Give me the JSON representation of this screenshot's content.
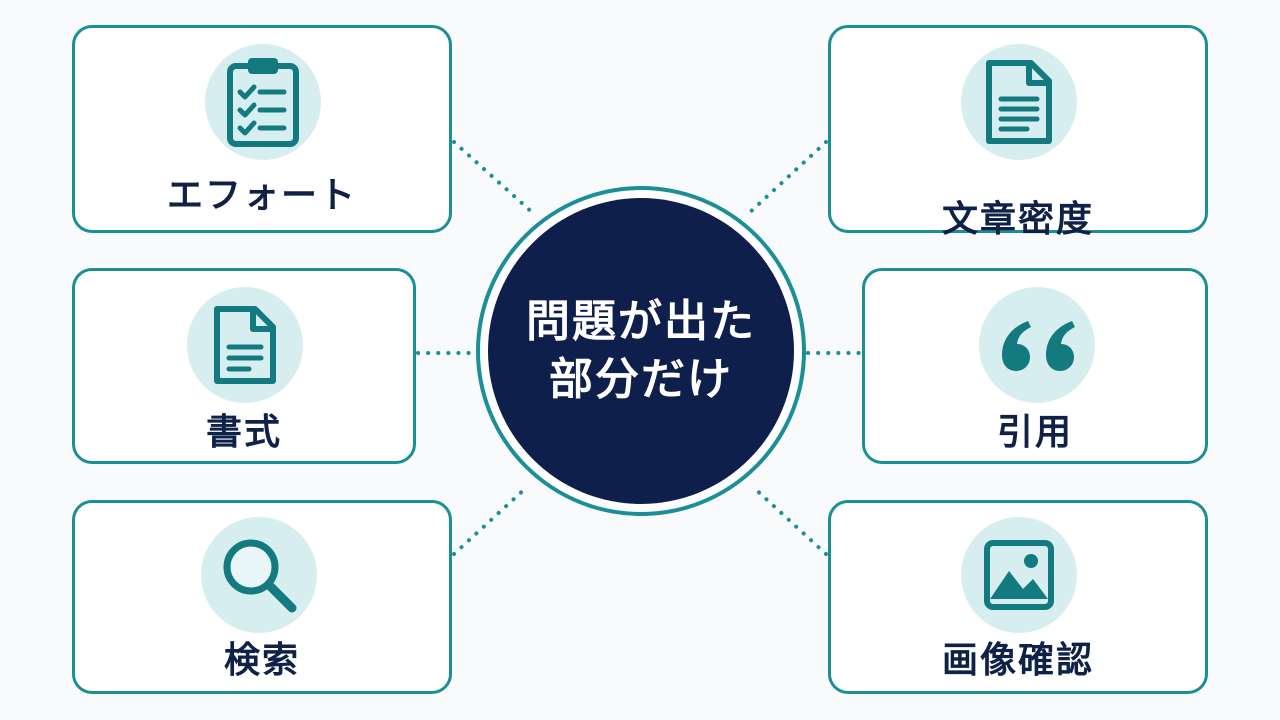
{
  "hub": {
    "line1": "問題が出た",
    "line2": "部分だけ"
  },
  "cards": {
    "effort": {
      "label": "エフォート",
      "icon": "clipboard-checklist-icon"
    },
    "format": {
      "label": "書式",
      "icon": "document-icon"
    },
    "search": {
      "label": "検索",
      "icon": "magnifier-icon"
    },
    "density": {
      "label": "文章密度",
      "icon": "text-document-icon"
    },
    "quote": {
      "label": "引用",
      "icon": "quote-icon"
    },
    "image": {
      "label": "画像確認",
      "icon": "image-icon"
    }
  },
  "colors": {
    "teal": "#1a8f95",
    "navy": "#0d1f4a",
    "icon_bg": "#d7eef0",
    "icon_fg": "#137a80"
  }
}
